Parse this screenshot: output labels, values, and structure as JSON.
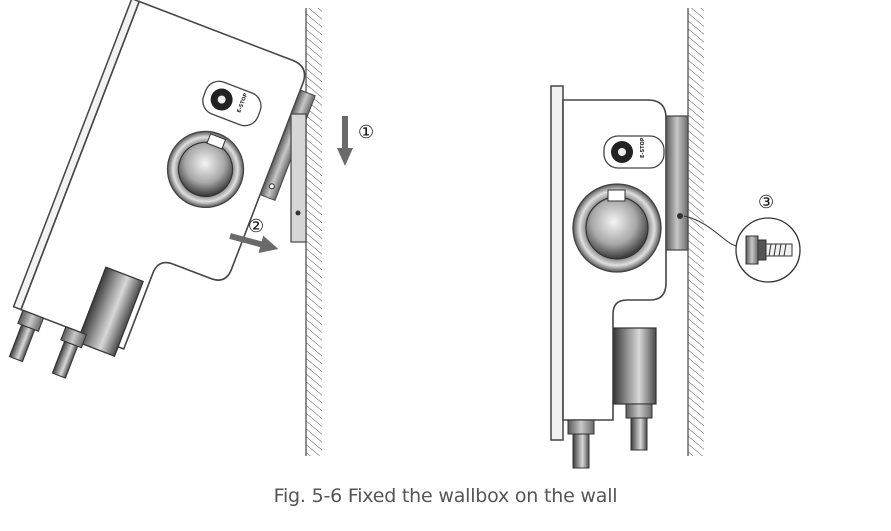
{
  "figure": {
    "caption": "Fig. 5-6 Fixed the wallbox on the wall",
    "button_label": "E-STOP",
    "steps": {
      "step1": "①",
      "step2": "②",
      "step3": "③"
    }
  }
}
